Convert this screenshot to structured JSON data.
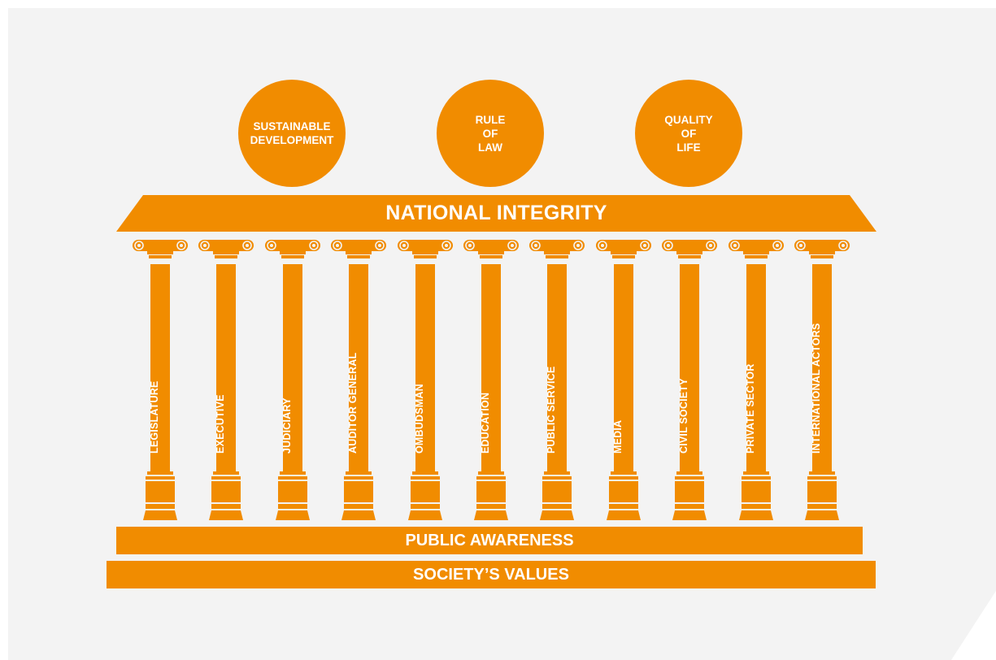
{
  "goals": [
    {
      "lines": [
        "SUSTAINABLE",
        "DEVELOPMENT"
      ]
    },
    {
      "lines": [
        "RULE",
        "OF",
        "LAW"
      ]
    },
    {
      "lines": [
        "QUALITY",
        "OF",
        "LIFE"
      ]
    }
  ],
  "roof_label": "NATIONAL INTEGRITY",
  "pillars": [
    "LEGISLATURE",
    "EXECUTIVE",
    "JUDICIARY",
    "AUDITOR GENERAL",
    "OMBUDSMAN",
    "EDUCATION",
    "PUBLIC SERVICE",
    "MEDIA",
    "CIVIL SOCIETY",
    "PRIVATE SECTOR",
    "INTERNATIONAL ACTORS"
  ],
  "foundation": {
    "upper": "PUBLIC AWARENESS",
    "lower": "SOCIETY’S VALUES"
  },
  "colors": {
    "accent": "#f18c00",
    "background": "#f3f3f3",
    "text_on_accent": "#ffffff"
  }
}
